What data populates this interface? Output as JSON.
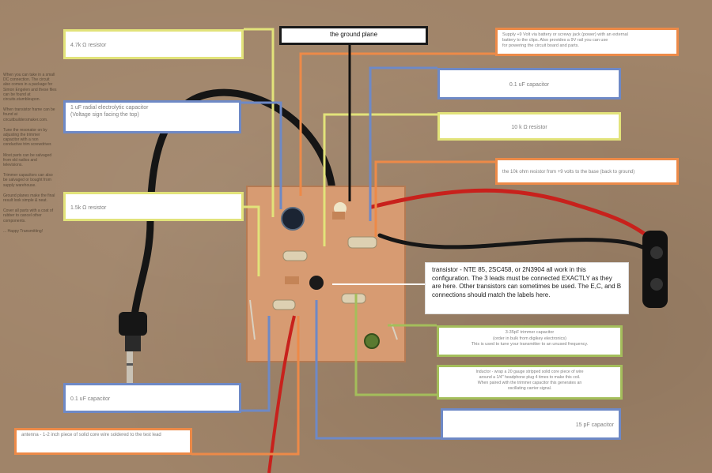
{
  "side_notes": [
    "When you can take in a small DC connection. The circuit also comes in a package for Simon Engelen and these files can be found at  circuits.stumbleupon.",
    "When transistor frame can be found at circuitbuildersmaker.com.",
    "Tune the resonator on by adjusting the trimmer capacitor  with a non conductive trim screwdriver.",
    "Most parts can be salvaged from old radios and televisions.",
    "Trimmer capacitors can also be salvaged or bought from supply warehouse.",
    "Ground planes make the final result look simple & neat.",
    "Cover all parts with a coat of rubber to cancel other components.",
    "... Happy Transmitting!"
  ],
  "labels": {
    "top_left_yellow": "4.7k Ω resistor",
    "electrolytic_cap": [
      "1 uF radial electrolytic capacitor",
      "(Voltage sign facing the top)"
    ],
    "mid_left_yellow": "1.5k Ω resistor",
    "bottom_left_blue": "0.1 uF capacitor",
    "bottom_left_orange": "antenna - 1-2 inch piece of solid core wire soldered to the test lead",
    "ground_plane": "the ground plane",
    "top_right_orange": [
      "Supply +9 Volt via battery or screwy jack (power) with an external",
      "battery to the clips. Also provides a 9V rail you can use",
      "for powering the circuit board and parts."
    ],
    "right_blue_top": "0.1 uF capacitor",
    "right_yellow": "10 k Ω resistor",
    "right_orange": "the 10k ohm resistor from +9 volts to the base (back to ground)",
    "transistor": "transistor - NTE 85, 2SC458, or 2N3904 all work in this configuration.  The 3 leads must be connected EXACTLY as they are here.  Other transistors can sometimes be used.  The E,C, and B connections should match the labels here.",
    "trimmer": [
      "3-35pF trimmer capacitor",
      "(order in bulk from digikey electronics)",
      "This is used to tune your transmitter to an unused frequency."
    ],
    "inductor": [
      "Inductor - wrap a 20 gauge stripped solid core piece of wire",
      "around a 1/4\" headphone plug 4 times to make this coil.",
      "When paired with the trimmer capacitor this generates an",
      "oscillating carrier signal."
    ],
    "bottom_right_blue": "15 pF capacitor"
  },
  "colors": {
    "background": "#a08469",
    "pcb": "#d79b72",
    "yellow_guide": "#e2e37a",
    "blue_guide": "#6e89c6",
    "orange_guide": "#ed8a48",
    "green_guide": "#a4be5b",
    "red_wire": "#c8211c",
    "black_wire": "#1a1a1a"
  }
}
